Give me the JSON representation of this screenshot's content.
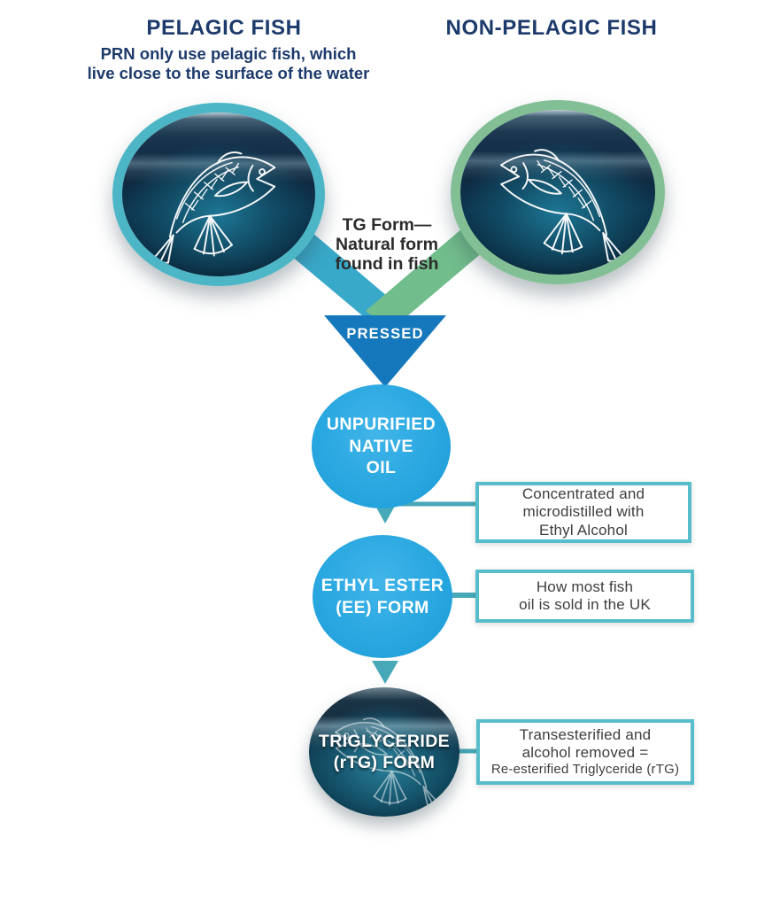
{
  "colors": {
    "navy": "#1c3a6b",
    "bright_blue": "#29a7e0",
    "pressed_blue": "#1678bc",
    "teal_ring": "#4db6c6",
    "green_ring": "#82bf95",
    "band_teal": "#39a9c9",
    "band_green": "#72bd8c",
    "teal_line": "#47a9b8",
    "box_border": "#57bdca",
    "text_dark": "#3e3e3e"
  },
  "icons": {
    "left_circle": "fish-leaping-right",
    "right_circle": "fish-leaping-left",
    "rtg_circle": "fish-watermark"
  },
  "header": {
    "left_title": "PELAGIC FISH",
    "left_subtitle_line1": "PRN only use pelagic fish, which",
    "left_subtitle_line2": "live close to the surface of the water",
    "right_title": "NON-PELAGIC FISH"
  },
  "flow": {
    "tg_note": {
      "line1": "TG Form—",
      "line2": "Natural form",
      "line3": "found in fish"
    },
    "pressed_label": "PRESSED",
    "nodes": [
      {
        "id": "unpurified-native-oil",
        "line1": "UNPURIFIED",
        "line2": "NATIVE",
        "line3": "OIL"
      },
      {
        "id": "ethyl-ester-form",
        "line1": "ETHYL ESTER",
        "line2": "(EE) FORM"
      },
      {
        "id": "triglyceride-rtg-form",
        "line1": "TRIGLYCERIDE",
        "line2": "(rTG) FORM"
      }
    ],
    "notes": [
      {
        "line1": "Concentrated and",
        "line2": "microdistilled with",
        "line3": "Ethyl Alcohol"
      },
      {
        "line1": "How most fish",
        "line2": "oil is sold in the UK"
      },
      {
        "line1": "Transesterified and",
        "line2": "alcohol removed =",
        "line3": "Re-esterified Triglyceride (rTG)"
      }
    ]
  }
}
